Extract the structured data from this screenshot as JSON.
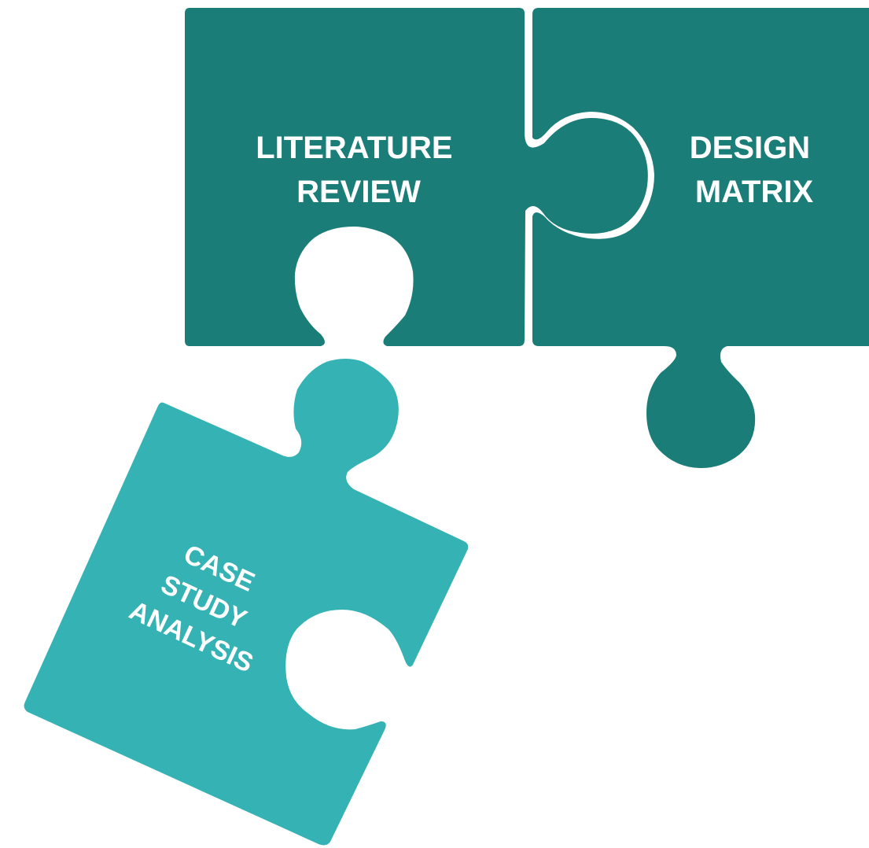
{
  "pieces": [
    {
      "id": "literature-review",
      "lines": [
        "LITERATURE",
        "REVIEW"
      ],
      "color": "#1a7d77"
    },
    {
      "id": "design-matrix",
      "lines": [
        "DESIGN",
        "MATRIX"
      ],
      "color": "#1a7d77"
    },
    {
      "id": "case-study-analysis",
      "lines": [
        "CASE",
        "STUDY",
        "ANALYSIS"
      ],
      "color": "#34b2b4"
    }
  ],
  "colors": {
    "dark_teal": "#1a7d77",
    "light_teal": "#34b2b4",
    "background": "#ffffff"
  }
}
